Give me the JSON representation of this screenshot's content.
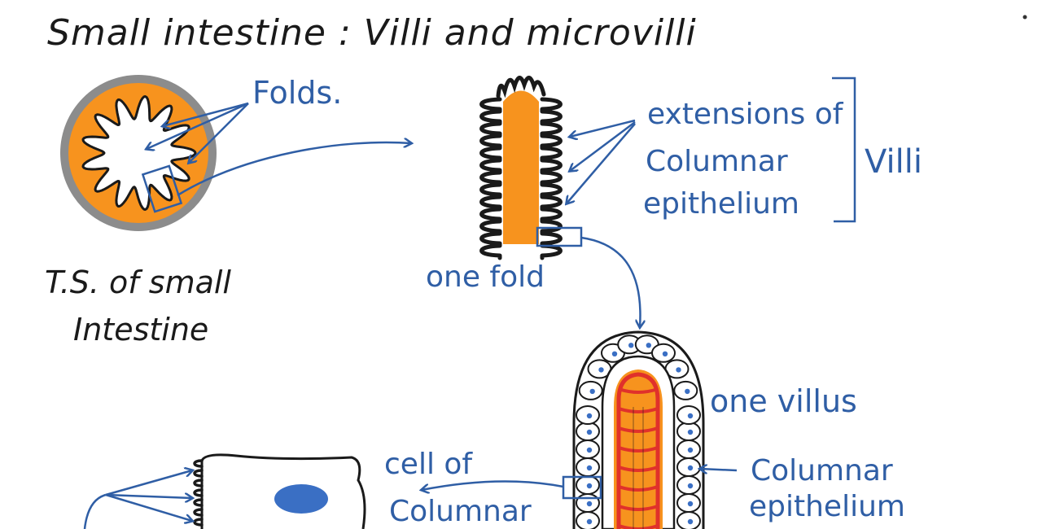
{
  "title": "Small intestine : Villi and microvilli",
  "labels": {
    "folds": "Folds.",
    "ts_line1": "T.S. of small",
    "ts_line2": "Intestine",
    "one_fold": "one fold",
    "extensions_line1": "extensions of",
    "extensions_line2": "Columnar",
    "extensions_line3": "epithelium",
    "villi": "Villi",
    "one_villus": "one villus",
    "columnar_line1": "Columnar",
    "columnar_line2": "epithelium",
    "cell_line1": "cell of",
    "cell_line2": "Columnar"
  },
  "colors": {
    "ink_black": "#1a1a1a",
    "ink_blue": "#2f5ea5",
    "tissue_orange": "#f7931e",
    "outer_gray": "#8c8c8c",
    "vessel_red": "#e0312b",
    "nucleus_blue": "#3a6fc4"
  }
}
